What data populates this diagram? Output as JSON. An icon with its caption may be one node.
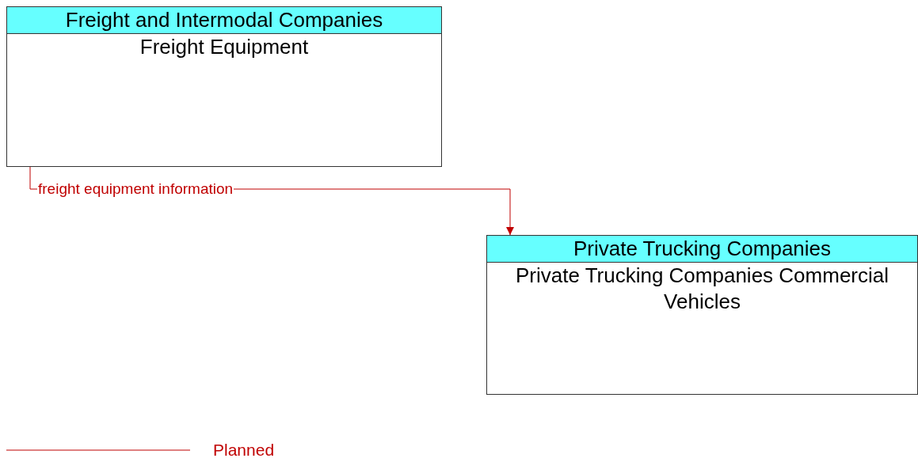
{
  "diagram": {
    "nodes": [
      {
        "text": [
          "Freight and Intermodal Companies",
          "Freight Equipment"
        ]
      },
      {
        "text": [
          "Private Trucking Companies",
          "Private Trucking Companies Commercial Vehicles"
        ]
      }
    ],
    "edges": [
      {
        "from": 0,
        "to": 1,
        "arrow": "to",
        "label": "freight equipment information",
        "color": "#c00000"
      }
    ],
    "legend": [
      {
        "text": "Planned"
      }
    ]
  }
}
